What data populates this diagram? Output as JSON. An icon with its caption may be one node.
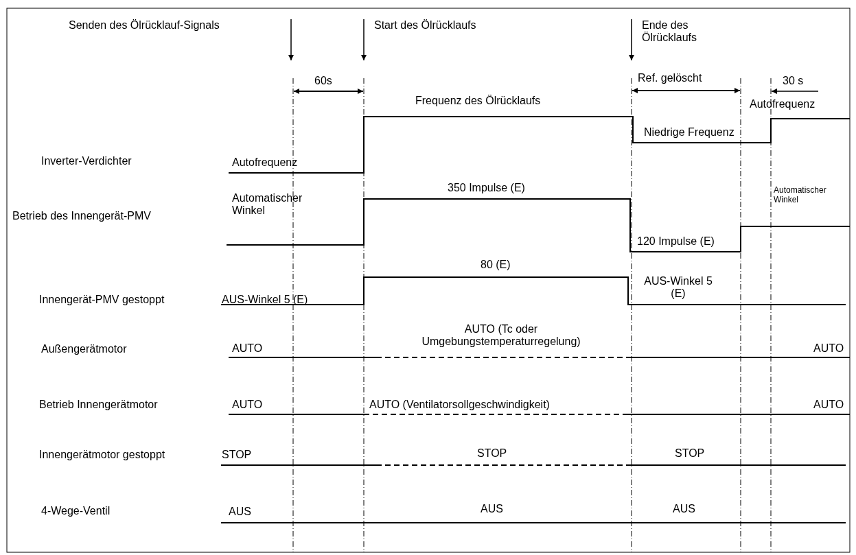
{
  "diagram": {
    "labels": [
      "Senden des Ölrücklauf-Signals",
      "Start des Ölrücklaufs",
      "Ende des Ölrücklaufs",
      "60s",
      "Ref. gelöscht",
      "30 s",
      "Frequenz des Ölrücklaufs",
      "Autofrequenz",
      "Niedrige Frequenz",
      "Inverter-Verdichter",
      "Autofrequenz",
      "350 Impulse (E)",
      "Automatischer Winkel",
      "Automatischer Winkel",
      "Betrieb des Innengerät-PMV",
      "120 Impulse (E)",
      "80 (E)",
      "AUS-Winkel 5 (E)",
      "Innengerät-PMV gestoppt",
      "AUS-Winkel 5 (E)",
      "AUTO (Tc oder Umgebungstemperaturregelung)",
      "Außengerätmotor",
      "AUTO",
      "AUTO",
      "Betrieb Innengerätmotor",
      "AUTO",
      "AUTO (Ventilatorsollgeschwindigkeit)",
      "AUTO",
      "Innengerätmotor gestoppt",
      "STOP",
      "STOP",
      "STOP",
      "4-Wege-Ventil",
      "AUS",
      "AUS",
      "AUS"
    ]
  }
}
